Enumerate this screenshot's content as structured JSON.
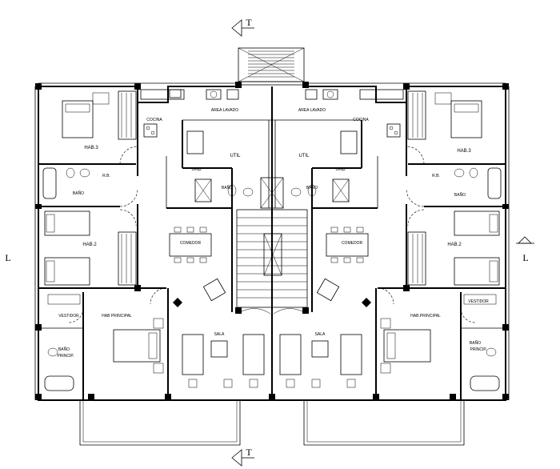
{
  "section_marks": {
    "top": "T",
    "bottom": "T",
    "left": "L",
    "right": "L"
  },
  "rooms": {
    "hab3_left": "HAB.3",
    "hab3_right": "HAB.3",
    "cocina_left": "COCINA",
    "cocina_right": "COCINA",
    "lavado_left": "AREA LAVADO",
    "lavado_right": "AREA LAVADO",
    "util_left": "UTIL",
    "util_right": "UTIL",
    "desp_left": "Desp.",
    "desp_right": "Desp.",
    "bano_util_left": "BAÑO",
    "bano_util_right": "BAÑO",
    "rb_left": "R.B.",
    "rb_right": "R.B.",
    "bano_left": "BAÑO",
    "bano_right": "BAÑO",
    "hab2_left": "HAB.2",
    "hab2_right": "HAB.2",
    "comedor_left": "COMEDOR",
    "comedor_right": "COMEDOR",
    "vestidor_left": "VESTIDOR",
    "vestidor_right": "VESTIDOR",
    "hab_principal_left": "HAB PRINCIPAL",
    "hab_principal_right": "HAB.PRINCIPAL",
    "bano_princ_left_1": "BAÑO",
    "bano_princ_left_2": "PRINCIP.",
    "bano_princ_right_1": "BAÑO",
    "bano_princ_right_2": "PRINCIP.",
    "sala_left": "SALA",
    "sala_right": "SALA"
  }
}
